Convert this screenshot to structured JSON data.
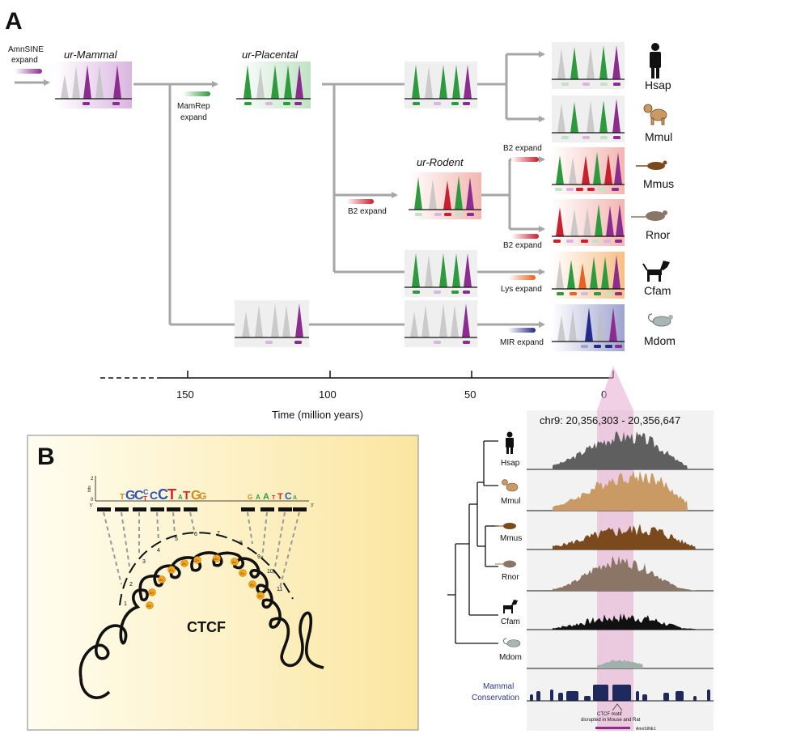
{
  "panel_a": {
    "letter": "A",
    "ancestors": {
      "mammal": "ur-Mammal",
      "placental": "ur-Placental",
      "rodent": "ur-Rodent"
    },
    "events": {
      "amnsine_1": "AmnSINE",
      "amnsine_2": "expand",
      "mamrep_1": "MamRep",
      "mamrep_2": "expand",
      "b2_branch": "B2 expand",
      "b2_top": "B2 expand",
      "b2_bottom": "B2 expand",
      "lys": "Lys expand",
      "mir": "MIR expand"
    },
    "species": [
      "Hsap",
      "Mmul",
      "Mmus",
      "Rnor",
      "Cfam",
      "Mdom"
    ],
    "time_axis": {
      "label": "Time (million years)",
      "ticks": [
        "150",
        "100",
        "50",
        "0"
      ]
    },
    "colors": {
      "amnsine": "#8b2d8f",
      "mamrep": "#2e9a3e",
      "b2": "#c8202f",
      "lys": "#e8641e",
      "mir": "#252a8a",
      "ancestral": "#bdbdbd",
      "connector": "#a6a6a6"
    }
  },
  "panel_b": {
    "letter": "B",
    "protein": "CTCF",
    "logo_axis": "bits",
    "logo_max": "2",
    "logo_zero": "0",
    "five_prime": "5'",
    "three_prime": "3'",
    "fingers": [
      "1",
      "2",
      "3",
      "4",
      "5",
      "6",
      "7",
      "8",
      "9",
      "10",
      "11"
    ],
    "zinc_label": "Zn",
    "background": "#fbe9a4"
  },
  "panel_c": {
    "coords": "chr9: 20,356,303 - 20,356,647",
    "tracks": [
      {
        "name": "Hsap",
        "color": "#5f5f60"
      },
      {
        "name": "Mmul",
        "color": "#c99a63"
      },
      {
        "name": "Mmus",
        "color": "#7a4a1c"
      },
      {
        "name": "Rnor",
        "color": "#8a7566"
      },
      {
        "name": "Cfam",
        "color": "#111111"
      },
      {
        "name": "Mdom",
        "color": "#9fb0ad"
      }
    ],
    "conservation_1": "Mammal",
    "conservation_2": "Conservation",
    "conservation_color": "#1e2a5e",
    "note_1": "CTCF motif",
    "note_2": "disrupted in Mouse and Rat",
    "element": "AmnSINE1",
    "highlight": "#e6a8cf"
  }
}
